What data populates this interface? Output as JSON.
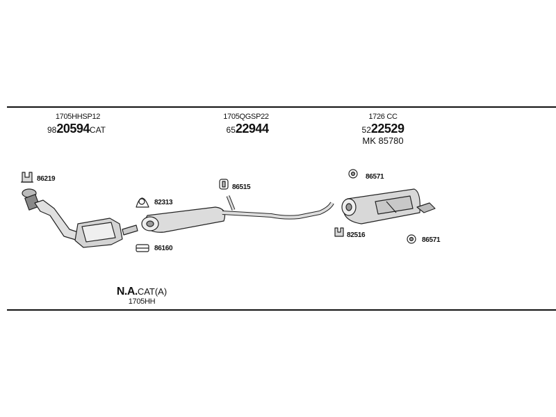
{
  "parts": {
    "col1": {
      "code": "1705HHSP12",
      "prefix": "98",
      "num": "20594",
      "suffix": "CAT"
    },
    "col2": {
      "code": "1705QGSP22",
      "prefix": "65",
      "num": "22944"
    },
    "col3": {
      "code": "1726 CC",
      "prefix": "52",
      "num": "22529",
      "extra": "MK  85780"
    }
  },
  "refs": {
    "r86219": "86219",
    "r82313": "82313",
    "r86160": "86160",
    "r86515": "86515",
    "r86571a": "86571",
    "r82516": "82516",
    "r86571b": "86571"
  },
  "footer": {
    "na": "N.A.",
    "cat": "CAT(A)",
    "code": "1705HH"
  }
}
